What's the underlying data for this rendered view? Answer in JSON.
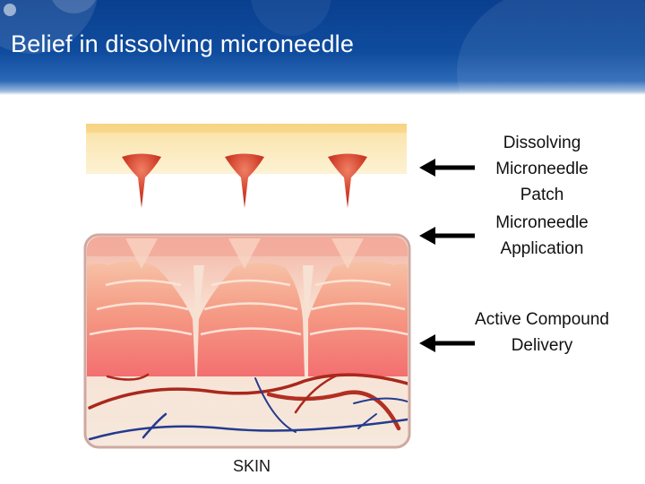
{
  "slide": {
    "title": "Belief in dissolving microneedle"
  },
  "labels": {
    "patch": "Dissolving Microneedle Patch",
    "application": "Microneedle Application",
    "delivery": "Active Compound Delivery",
    "skin": "SKIN"
  },
  "colors": {
    "header_blue": "#0f4c9e",
    "patch": "#fbe2a4",
    "needle": "#cc3322",
    "skin_background": "#f6e6d6",
    "delivery_zone": "#f27a6c",
    "artery": "#aa2a1e",
    "vein": "#233a8c"
  }
}
